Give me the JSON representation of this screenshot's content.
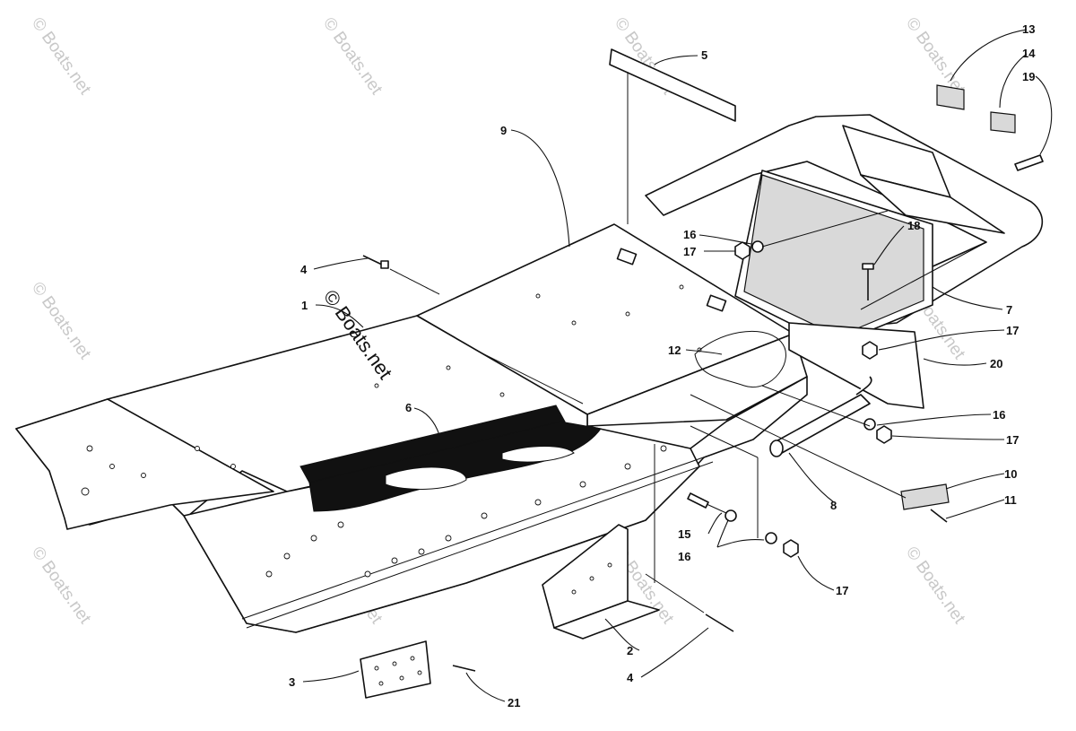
{
  "watermark": {
    "text": "© Boats.net"
  },
  "callouts": {
    "c1": "1",
    "c2": "2",
    "c3": "3",
    "c4a": "4",
    "c4b": "4",
    "c5": "5",
    "c6": "6",
    "c7": "7",
    "c8": "8",
    "c9": "9",
    "c10": "10",
    "c11": "11",
    "c12": "12",
    "c13": "13",
    "c14": "14",
    "c15": "15",
    "c16a": "16",
    "c16b": "16",
    "c16c": "16",
    "c17a": "17",
    "c17b": "17",
    "c17c": "17",
    "c17d": "17",
    "c18": "18",
    "c19": "19",
    "c20": "20",
    "c21": "21"
  }
}
